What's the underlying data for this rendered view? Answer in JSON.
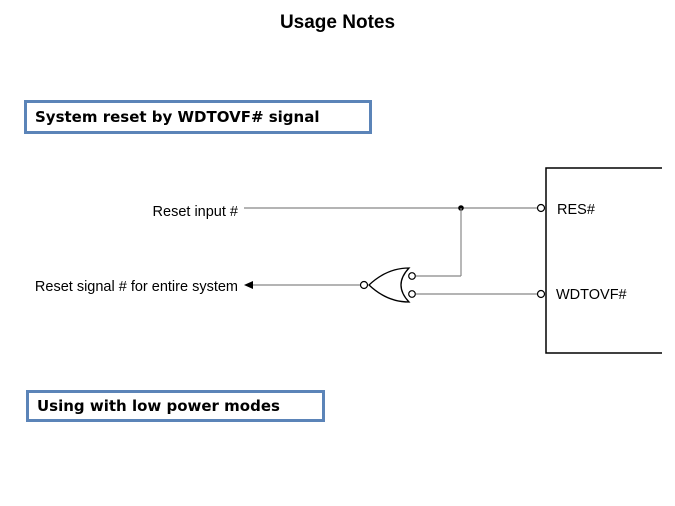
{
  "title": "Usage Notes",
  "sections": [
    {
      "label": "System reset by WDTOVF# signal"
    },
    {
      "label": "Using with low power modes"
    }
  ],
  "diagram": {
    "labels": {
      "reset_input": "Reset input #",
      "reset_signal": "Reset signal # for entire system",
      "res_pin": "RES#",
      "wdtovf_pin": "WDTOVF#"
    },
    "colors": {
      "wire": "#888888",
      "box_border": "#5b84b8"
    }
  }
}
